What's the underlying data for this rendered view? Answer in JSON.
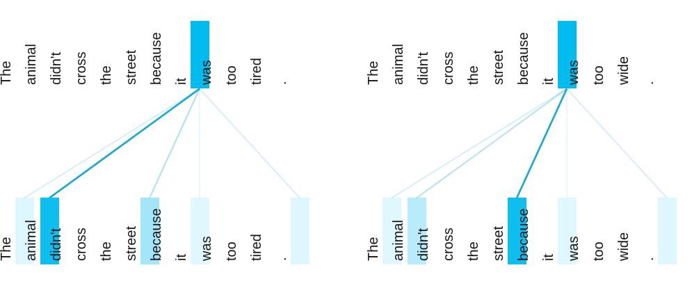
{
  "figure": {
    "kind": "transformer-self-attention-visualization",
    "query_word": "it",
    "accent_colors": {
      "highlight_base": "#00BBEE",
      "line_base": "#00A0CD",
      "text": "#151515",
      "background": "#FFFFFF"
    }
  },
  "panels": [
    {
      "name": "tired",
      "sentence": "The animal didn't cross the street because it was too tired .",
      "top_words": [
        "The",
        "animal",
        "didn't",
        "cross",
        "the",
        "street",
        "because",
        "it",
        "was",
        "too",
        "tired",
        "."
      ],
      "bottom_words": [
        "The",
        "animal",
        "didn't",
        "cross",
        "the",
        "street",
        "because",
        "it",
        "was",
        "too",
        "tired",
        "."
      ],
      "query_index": 7,
      "query_highlight_weight": 1.0,
      "attention_weights": [
        0.13,
        0.95,
        0,
        0,
        0,
        0.36,
        0,
        0.12,
        0,
        0,
        0,
        0.13
      ],
      "line_weights": [
        0.18,
        0.9,
        0,
        0,
        0,
        0.32,
        0,
        0.1,
        0,
        0,
        0,
        0.18
      ]
    },
    {
      "name": "wide",
      "sentence": "The animal didn't cross the street because it was too wide .",
      "top_words": [
        "The",
        "animal",
        "didn't",
        "cross",
        "the",
        "street",
        "because",
        "it",
        "was",
        "too",
        "wide",
        "."
      ],
      "bottom_words": [
        "The",
        "animal",
        "didn't",
        "cross",
        "the",
        "street",
        "because",
        "it",
        "was",
        "too",
        "wide",
        "."
      ],
      "query_index": 7,
      "query_highlight_weight": 1.0,
      "attention_weights": [
        0.12,
        0.28,
        0,
        0,
        0,
        0.95,
        0,
        0.12,
        0,
        0,
        0,
        0.13
      ],
      "line_weights": [
        0.18,
        0.3,
        0,
        0,
        0,
        0.9,
        0,
        0.1,
        0,
        0,
        0,
        0.18
      ]
    }
  ],
  "chart_data": [
    {
      "type": "heatmap",
      "title": "",
      "query_token": "it",
      "tokens": [
        "The",
        "animal",
        "didn't",
        "cross",
        "the",
        "street",
        "because",
        "it",
        "was",
        "too",
        "tired",
        "."
      ],
      "attention_from_it": [
        0.13,
        0.95,
        0,
        0,
        0,
        0.36,
        0,
        0.12,
        0,
        0,
        0,
        0.13
      ],
      "strongest_attended_token": "animal"
    },
    {
      "type": "heatmap",
      "title": "",
      "query_token": "it",
      "tokens": [
        "The",
        "animal",
        "didn't",
        "cross",
        "the",
        "street",
        "because",
        "it",
        "was",
        "too",
        "wide",
        "."
      ],
      "attention_from_it": [
        0.12,
        0.28,
        0,
        0,
        0,
        0.95,
        0,
        0.12,
        0,
        0,
        0,
        0.13
      ],
      "strongest_attended_token": "street"
    }
  ]
}
